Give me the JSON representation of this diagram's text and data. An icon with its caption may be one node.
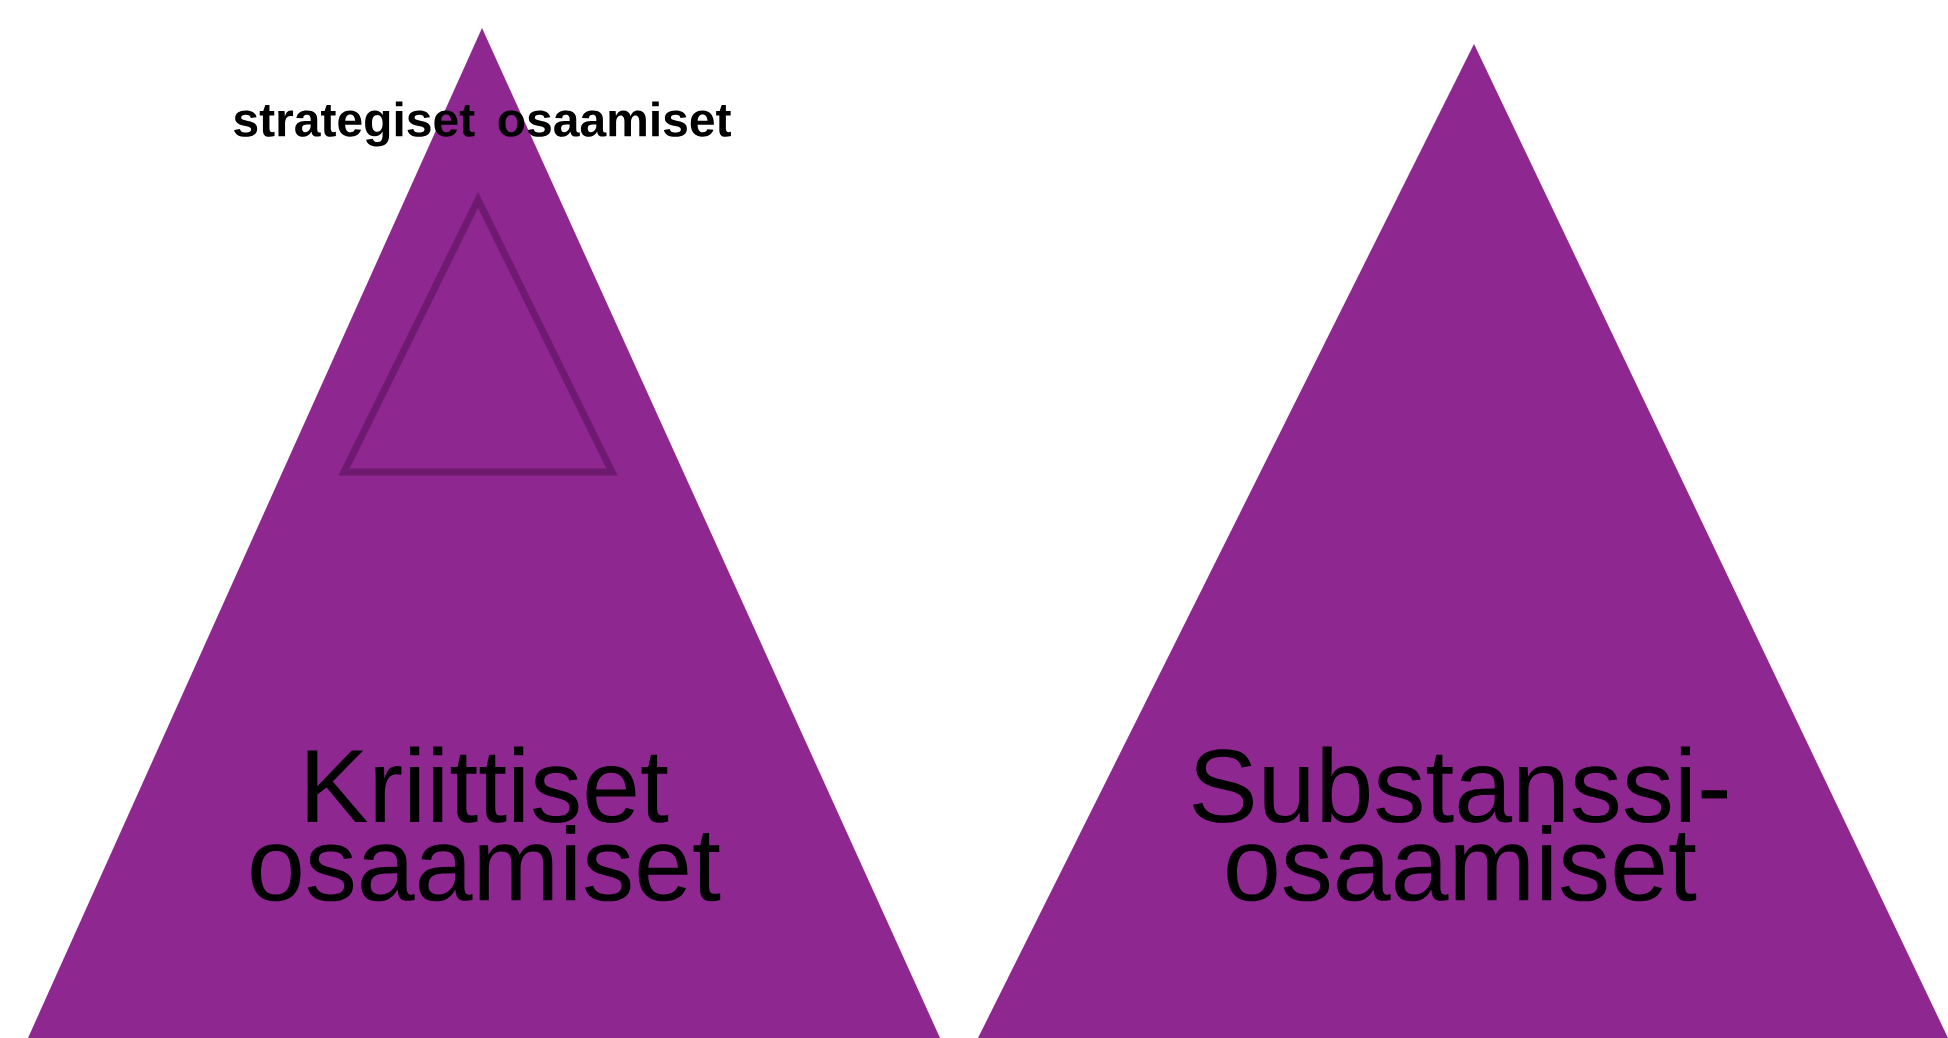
{
  "diagram": {
    "nodes": [
      {
        "text": [
          "Kriittiset osaamiset"
        ]
      },
      {
        "text": [
          "strategiset osaamiset"
        ],
        "in": 0
      },
      {
        "text": [
          "Substanssi-osaamiset"
        ]
      }
    ]
  }
}
